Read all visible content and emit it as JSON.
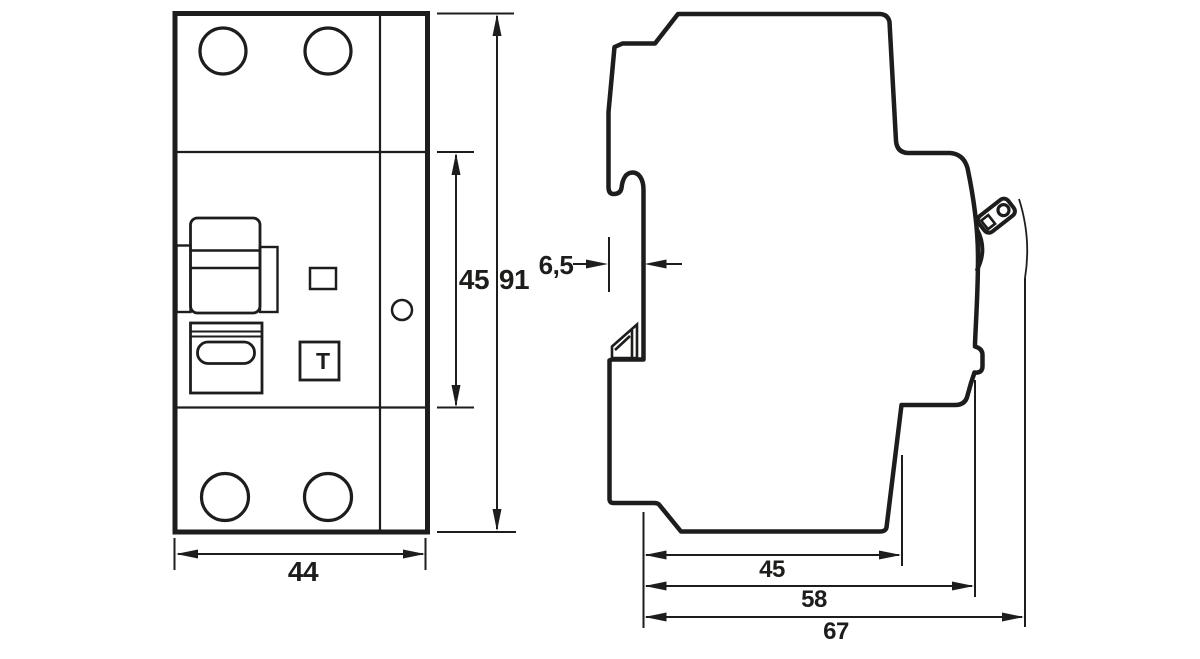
{
  "drawing": {
    "title": "circuit-breaker-dimension-drawing",
    "line_color": "#1d1d1b",
    "background": "#ffffff",
    "front_view": {
      "dim_width": "44",
      "dim_module_height": "45",
      "dim_total_height": "91",
      "test_button_glyph": "T"
    },
    "side_view": {
      "dim_rail_offset": "6,5",
      "dim_depth_to_rail": "45",
      "dim_depth_body": "58",
      "dim_depth_total": "67"
    }
  }
}
